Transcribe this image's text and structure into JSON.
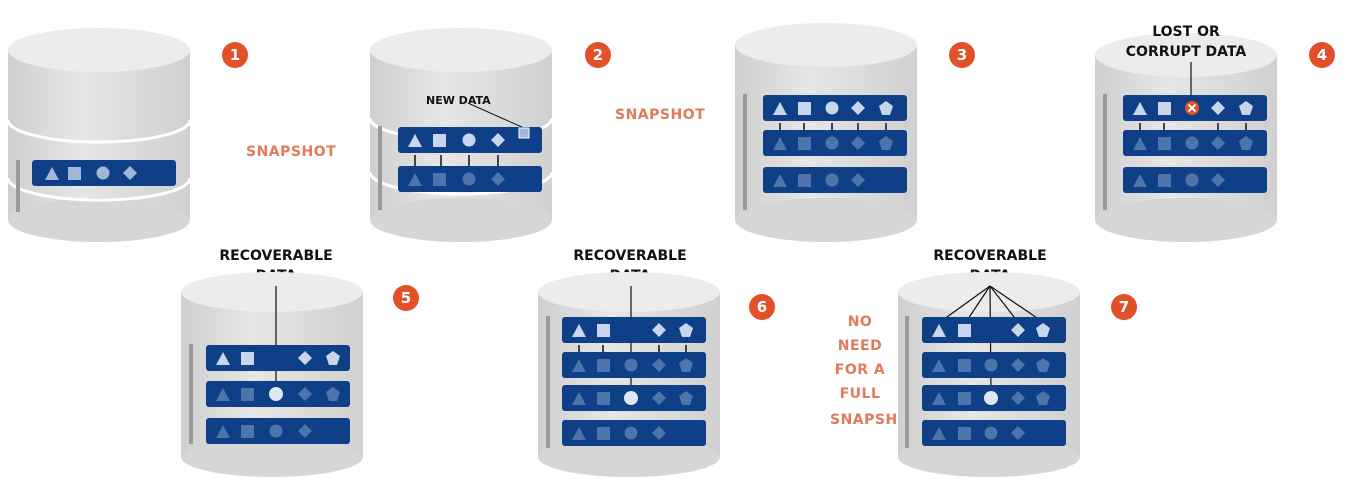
{
  "colors": {
    "accent": "#e2502a",
    "bar": "#0f3f86",
    "cylinder": "#dcdcdc",
    "snapshot_text": "#e07a5a",
    "error": "#e2502a"
  },
  "steps": [
    {
      "number": "1"
    },
    {
      "number": "2",
      "label": "SNAPSHOT",
      "callout": "NEW DATA"
    },
    {
      "number": "3",
      "label": "SNAPSHOT"
    },
    {
      "number": "4",
      "callout_line1": "LOST OR",
      "callout_line2": "CORRUPT DATA"
    },
    {
      "number": "5",
      "callout_line1": "RECOVERABLE",
      "callout_line2": "DATA"
    },
    {
      "number": "6",
      "callout_line1": "RECOVERABLE",
      "callout_line2": "DATA"
    },
    {
      "number": "7",
      "callout_line1": "RECOVERABLE",
      "callout_line2": "DATA",
      "note": [
        "NO",
        "NEED",
        "FOR A",
        "FULL",
        "SNAPSHOT"
      ]
    }
  ]
}
